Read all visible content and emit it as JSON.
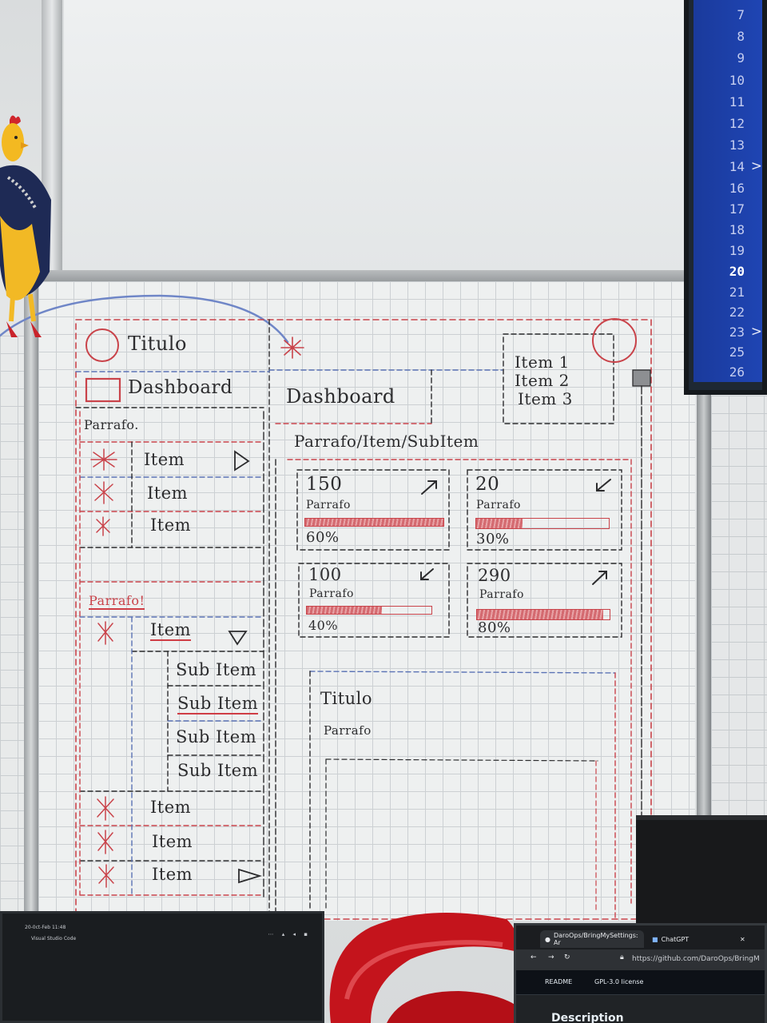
{
  "monitor": {
    "line_numbers": [
      "7",
      "8",
      "9",
      "10",
      "11",
      "12",
      "13",
      "14",
      "16",
      "17",
      "18",
      "19",
      "20",
      "21",
      "22",
      "23",
      "25",
      "26"
    ],
    "active_line": "20",
    "folded_lines": [
      "14",
      "23"
    ]
  },
  "sketch": {
    "sidebar": {
      "title": "Titulo",
      "dashboard": "Dashboard",
      "section1_label": "Parrafo.",
      "section1_items": [
        "Item",
        "Item",
        "Item"
      ],
      "section2_label": "Parrafo!",
      "section2_item": "Item",
      "sub_items": [
        "Sub Item",
        "Sub Item",
        "Sub Item",
        "Sub Item"
      ],
      "section3_items": [
        "Item",
        "Item",
        "Item"
      ]
    },
    "header": {
      "page_title": "Dashboard",
      "dropdown_items": [
        "Item 1",
        "Item 2",
        "Item 3"
      ]
    },
    "breadcrumb": "Parrafo/Item/SubItem",
    "cards": [
      {
        "value": "150",
        "label": "Parrafo",
        "percent": "60%",
        "trend": "up",
        "fill": 1.0
      },
      {
        "value": "20",
        "label": "Parrafo",
        "percent": "30%",
        "trend": "down",
        "fill": 0.35
      },
      {
        "value": "100",
        "label": "Parrafo",
        "percent": "40%",
        "trend": "down",
        "fill": 0.6
      },
      {
        "value": "290",
        "label": "Parrafo",
        "percent": "80%",
        "trend": "up",
        "fill": 0.95
      }
    ],
    "panel": {
      "title": "Titulo",
      "text": "Parrafo"
    }
  },
  "laptop_left": {
    "date": "20-0ct-Feb 11:48",
    "app": "Visual Studio Code"
  },
  "browser": {
    "tabs": [
      "DaroOps/BringMySettings: Ar",
      "ChatGPT"
    ],
    "url": "https://github.com/DaroOps/BringM",
    "nav_items": [
      "README",
      "GPL-3.0 license"
    ],
    "heading": "Description"
  },
  "colors": {
    "marker_red": "#c9434a",
    "marker_blue": "#5b73b5",
    "marker_black": "#2c2c2e",
    "screen_blue": "#1f45b3"
  }
}
